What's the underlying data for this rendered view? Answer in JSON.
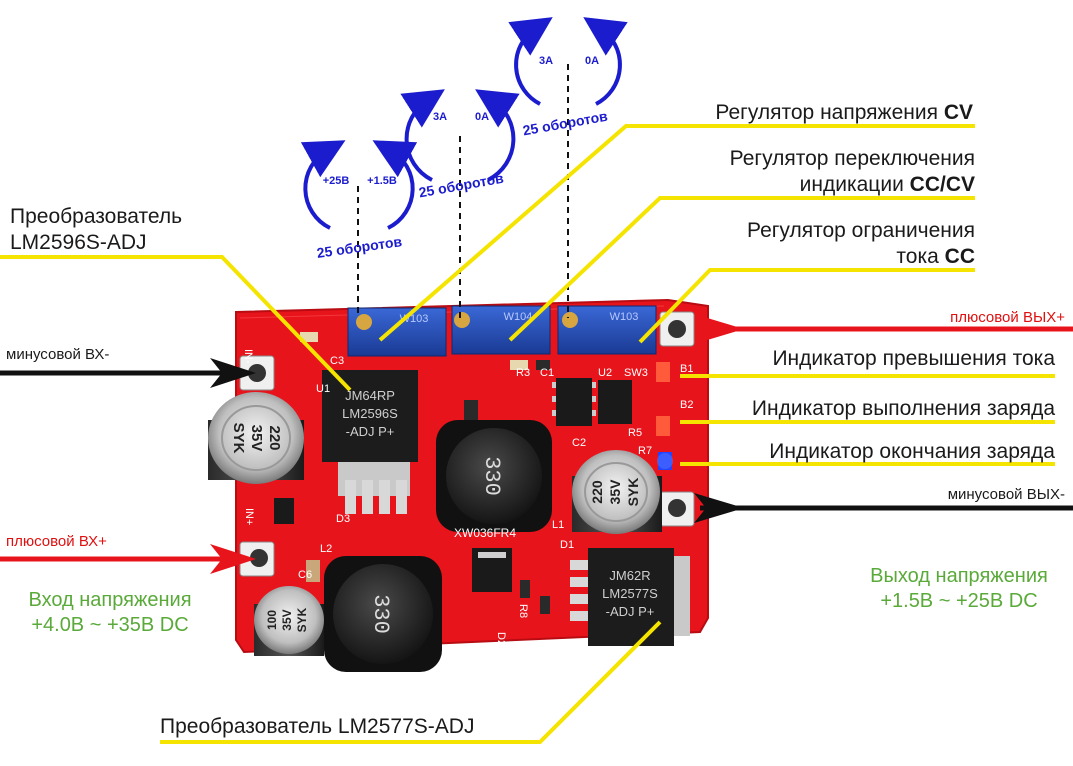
{
  "labels": {
    "cv_regulator": "Регулятор напряжения",
    "cv_regulator_bold": "CV",
    "indication_switch_line1": "Регулятор переключения",
    "indication_switch_line2": "индикации",
    "indication_switch_bold": "CC/CV",
    "current_limit_line1": "Регулятор ограничения",
    "current_limit_line2": "тока",
    "current_limit_bold": "CC",
    "converter_top_line1": "Преобразователь",
    "converter_top_line2": "LM2596S-ADJ",
    "converter_bottom": "Преобразователь LM2577S-ADJ",
    "minus_in": "минусовой ВХ-",
    "plus_in": "плюсовой ВХ+",
    "plus_out": "плюсовой ВЫХ+",
    "minus_out": "минусовой ВЫХ-",
    "overcurrent_led": "Индикатор превышения тока",
    "charging_led": "Индикатор выполнения заряда",
    "charged_led": "Индикатор окончания заряда",
    "input_range_line1": "Вход напряжения",
    "input_range_line2": "+4.0В ~ +35В DC",
    "output_range_line1": "Выход напряжения",
    "output_range_line2": "+1.5В ~ +25В DC"
  },
  "knobs": [
    {
      "left_label": "+25В",
      "right_label": "+1.5В",
      "turns": "25 оборотов"
    },
    {
      "left_label": "3A",
      "right_label": "0A",
      "turns": "25 оборотов"
    },
    {
      "left_label": "3A",
      "right_label": "0A",
      "turns": "25 оборотов"
    }
  ],
  "board": {
    "pcb_code": "XW036FR4",
    "chip_top_line1": "JM64RP",
    "chip_top_line2": "LM2596S",
    "chip_top_line3": "-ADJ P+",
    "chip_bottom_line1": "JM62R",
    "chip_bottom_line2": "LM2577S",
    "chip_bottom_line3": "-ADJ P+",
    "inductor_1": "330",
    "inductor_2": "330",
    "cap_left_line1": "220",
    "cap_left_line2": "35V",
    "cap_left_line3": "SYK",
    "cap_right_line1": "220",
    "cap_right_line2": "35V",
    "cap_right_line3": "SYK",
    "cap_small_line1": "100",
    "cap_small_line2": "35V",
    "cap_small_line3": "SYK",
    "pot_1": "W103",
    "pot_2": "W104",
    "pot_3": "W103",
    "pad_in_minus": "IN-",
    "pad_in_plus": "IN+",
    "silk": [
      "C3",
      "U1",
      "C2",
      "D3",
      "L1",
      "C6",
      "L2",
      "D1",
      "D2",
      "R8",
      "R3",
      "C1",
      "U2",
      "SW3",
      "R5",
      "R7",
      "B1",
      "B2"
    ]
  },
  "colors": {
    "pcb": "#e8141c",
    "pot": "#2450b8",
    "knob_arrow": "#1c1ccf",
    "yellow_line": "#f5e400",
    "red_arrow": "#e8141c",
    "black_arrow": "#111111",
    "green_text": "#5aaa3a"
  }
}
